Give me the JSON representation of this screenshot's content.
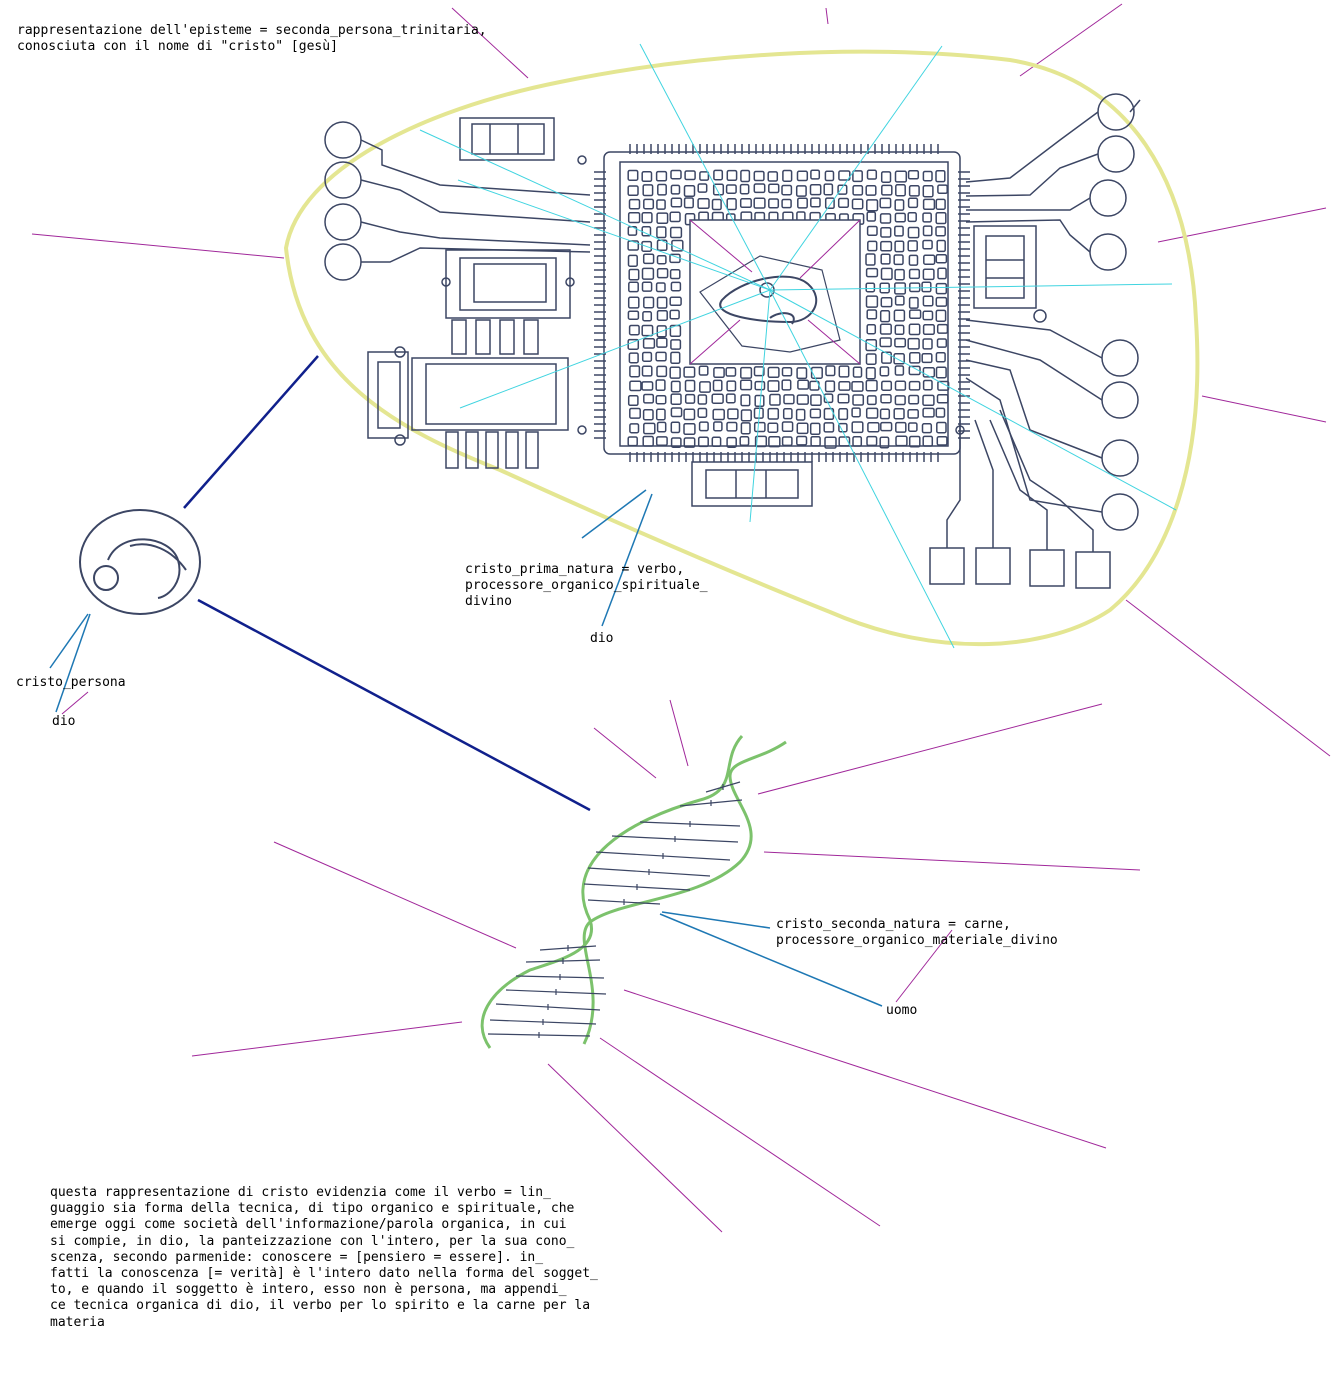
{
  "labels": {
    "episteme_line1": "rappresentazione dell'episteme = seconda_persona_trinitaria,",
    "episteme_line2": "conosciuta con il nome di \"cristo\" [gesù]",
    "prima_line1": "cristo_prima_natura = verbo,",
    "prima_line2": "processore_organico_spirituale_",
    "prima_line3": "divino",
    "dio_chip": "dio",
    "cristo_persona": "cristo_persona",
    "dio_persona": "dio",
    "seconda_line1": "cristo_seconda_natura = carne,",
    "seconda_line2": "processore_organico_materiale_divino",
    "uomo": "uomo"
  },
  "description": [
    "questa rappresentazione di cristo evidenzia come il verbo = lin_",
    "guaggio sia forma della tecnica, di tipo organico e spirituale, che",
    "emerge oggi come società dell'informazione/parola organica, in cui",
    "si compie, in dio, la panteizzazione con l'intero, per la sua cono_",
    "scenza, secondo parmenide: conoscere = [pensiero = essere]. in_",
    "fatti la conoscenza [= verità] è l'intero dato nella forma del sogget_",
    "to, e quando il soggetto è intero, esso non è persona, ma appendi_",
    "ce tecnica organica di dio, il verbo per lo spirito e la carne per la",
    "materia"
  ],
  "colors": {
    "magenta_rays": "#a0279a",
    "cyan_rays": "#40d4e0",
    "navy_connector": "#10208c",
    "blue_pointer": "#1e78b4",
    "yellow_outline": "#e4e692",
    "green_helix": "#7cc26c",
    "pencil": "#3c4664",
    "text": "#000000"
  },
  "icons": [
    "microchip-drawing",
    "spiral-circle-drawing",
    "dna-helix-drawing"
  ]
}
